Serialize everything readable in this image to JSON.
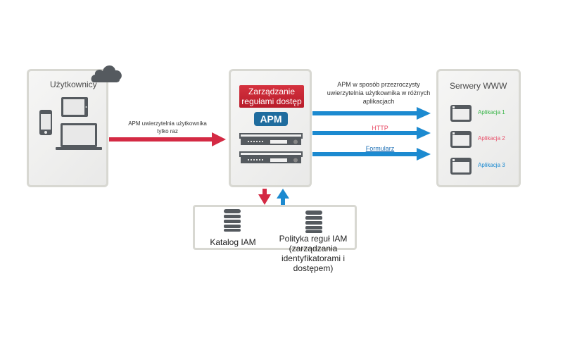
{
  "users_panel": {
    "title": "Użytkownicy"
  },
  "apm_panel": {
    "banner": "Zarządzanie regułami dostęp",
    "badge": "APM"
  },
  "servers_panel": {
    "title": "Serwery WWW",
    "apps": [
      {
        "label": "Aplikacja 1",
        "color": "#3ab54a"
      },
      {
        "label": "Aplikacja 2",
        "color": "#e8506a"
      },
      {
        "label": "Aplikacja 3",
        "color": "#1c8ad0"
      }
    ]
  },
  "arrows": {
    "users_to_apm": {
      "label": "APM uwierzytelnia użytkownika tylko raz",
      "color": "#d42a44"
    },
    "apm_to_servers": {
      "label": "APM w sposób przezroczysty uwierzytelnia użytkownika w różnych aplikacjach",
      "color": "#1c8ad0",
      "protocols": [
        {
          "label": "HTTP",
          "color": "#e8506a"
        },
        {
          "label": "Formularz",
          "color": "#1c6fb5"
        }
      ]
    },
    "down_color": "#d42a44",
    "up_color": "#1c8ad0"
  },
  "iam_panel": {
    "catalog_label": "Katalog IAM",
    "policy_label": "Polityka reguł IAM (zarządzania identyfikatorami i dostępem)"
  },
  "icons": {
    "cloud": "cloud-icon",
    "phone": "smartphone-icon",
    "tablet": "tablet-icon",
    "laptop": "laptop-icon",
    "appliance": "server-appliance-icon",
    "window": "browser-window-icon",
    "database": "database-icon"
  }
}
